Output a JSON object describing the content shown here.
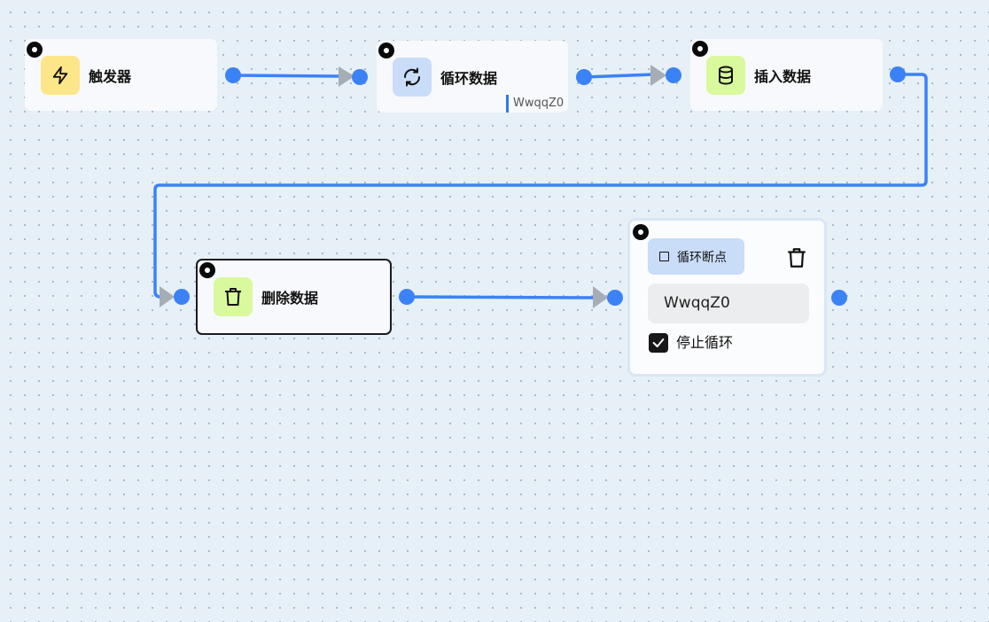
{
  "nodes": {
    "trigger": {
      "title": "触发器",
      "icon": "lightning-icon",
      "color": "#fde68a"
    },
    "loop": {
      "title": "循环数据",
      "icon": "refresh-icon",
      "color": "#c9dcf8",
      "tag": "WwqqZ0"
    },
    "insert": {
      "title": "插入数据",
      "icon": "database-icon",
      "color": "#d9f99d"
    },
    "delete": {
      "title": "删除数据",
      "icon": "trash-icon",
      "color": "#d9f99d"
    },
    "breakpoint": {
      "chip_label": "循环断点",
      "input_value": "WwqqZ0",
      "checkbox_label": "停止循环",
      "checked": true,
      "icon": "trash-icon",
      "chip_color": "#c9dcf8"
    }
  },
  "colors": {
    "edge": "#3b82f6",
    "arrow": "#a6adb5",
    "background": "#e6f0f6"
  }
}
